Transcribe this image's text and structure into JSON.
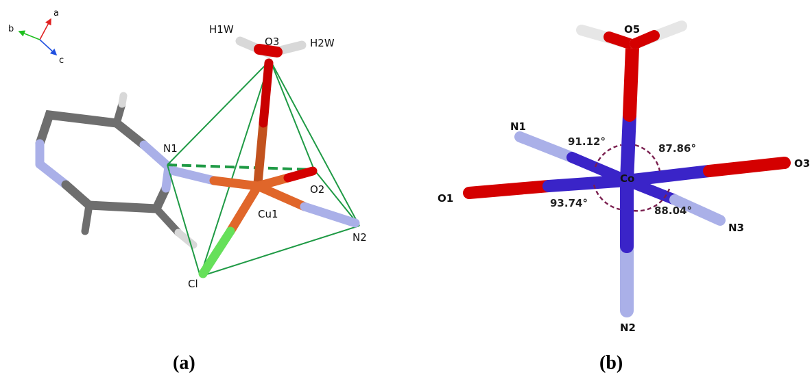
{
  "panel_a": {
    "caption": "(a)",
    "axes": {
      "a": "a",
      "b": "b",
      "c": "c"
    },
    "atoms": {
      "h1w": "H1W",
      "o3": "O3",
      "h2w": "H2W",
      "n1": "N1",
      "o2": "O2",
      "cu1": "Cu1",
      "n2": "N2",
      "cl": "Cl"
    }
  },
  "panel_b": {
    "caption": "(b)",
    "atoms": {
      "o5": "O5",
      "n1": "N1",
      "o3": "O3",
      "co": "Co",
      "o1": "O1",
      "n3": "N3",
      "n2": "N2"
    },
    "angles": {
      "a1": "91.12°",
      "a2": "87.86°",
      "a3": "93.74°",
      "a4": "88.04°"
    }
  },
  "colors": {
    "carbon": "#6e6e6e",
    "hydrogen": "#d8d8d8",
    "nitrogen": "#aab0e8",
    "oxygen": "#d40000",
    "copper": "#e0662a",
    "chlorine": "#66e05a",
    "cobalt": "#3a24c8",
    "polyhedron": "#1f9a45",
    "angle_arc": "#7a1f4f",
    "axis_a": "#e02020",
    "axis_b": "#20c020",
    "axis_c": "#2050e0"
  }
}
